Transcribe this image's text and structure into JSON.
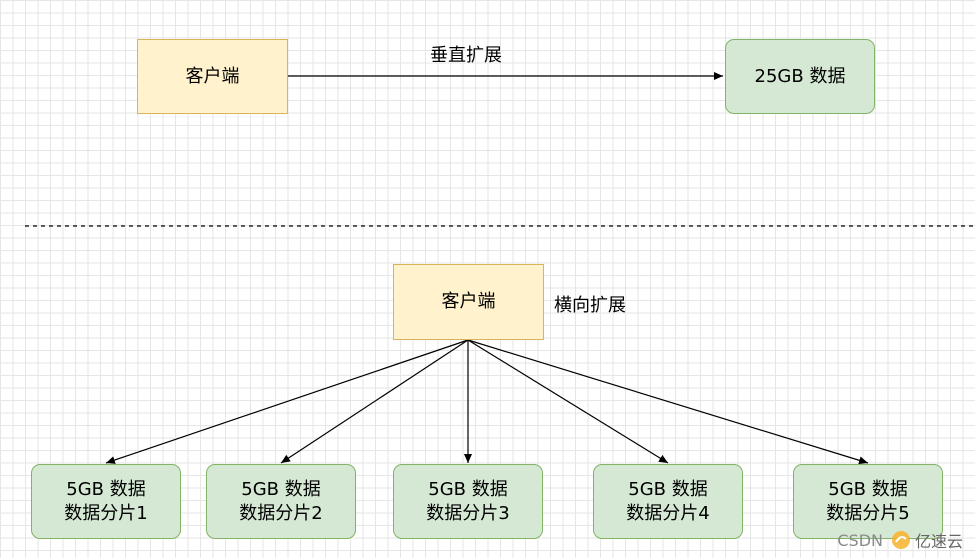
{
  "top": {
    "client_label": "客户端",
    "edge_label": "垂直扩展",
    "data_label": "25GB 数据"
  },
  "bottom": {
    "client_label": "客户端",
    "edge_label": "横向扩展",
    "shards": [
      {
        "line1": "5GB 数据",
        "line2": "数据分片1"
      },
      {
        "line1": "5GB 数据",
        "line2": "数据分片2"
      },
      {
        "line1": "5GB 数据",
        "line2": "数据分片3"
      },
      {
        "line1": "5GB 数据",
        "line2": "数据分片4"
      },
      {
        "line1": "5GB 数据",
        "line2": "数据分片5"
      }
    ]
  },
  "watermark": {
    "left": "CSDN",
    "right": "亿速云"
  },
  "colors": {
    "client_fill": "#fff2cc",
    "client_stroke": "#d6b656",
    "data_fill": "#d5e8d4",
    "data_stroke": "#82b366"
  }
}
